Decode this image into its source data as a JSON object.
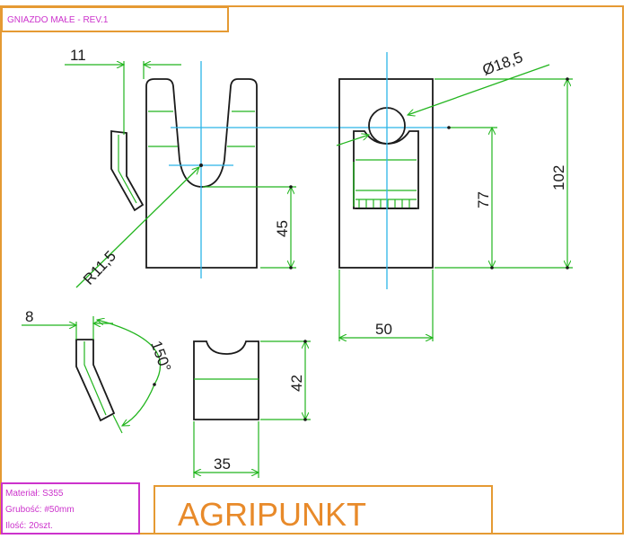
{
  "title_block": {
    "title": "GNIAZDO MAŁE - REV.1"
  },
  "brand": {
    "name": "AGRIPUNKT"
  },
  "material_block": {
    "material": "Materiał: S355",
    "thickness": "Grubość: #50mm",
    "quantity": "Ilość: 20szt."
  },
  "dimensions": {
    "top_gap": "11",
    "radius": "R11,5",
    "slot_height": "45",
    "diameter": "Ø18,5",
    "height_total": "102",
    "height_inner": "77",
    "width_side": "50",
    "bend_offset": "8",
    "bend_angle": "150°",
    "part_height": "42",
    "part_width": "35"
  },
  "colors": {
    "border": "#e59a33",
    "part_outline": "#1a1a1a",
    "dimension": "#22b51e",
    "centerline": "#2bb5e8",
    "material_border": "#cc33cc",
    "title_text": "#cc33cc",
    "brand_text": "#e88a2a"
  }
}
